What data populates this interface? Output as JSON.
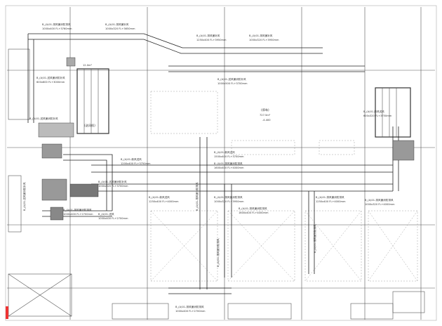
{
  "labels": {
    "top_1": "B_(A)01-排风兼消防排风",
    "top_1_dim": "1000x400 FL+3760mm",
    "top_2": "B_(A)01-排风兼补风",
    "top_2_dim": "1000x320 FL+3650mm",
    "top_3": "B_(A)01-排风兼补风",
    "top_3_dim": "1250x400 FL+3950mm",
    "top_4": "B_(A)01-排风兼补风",
    "top_4_dim": "1000x320 FL+3950mm",
    "mid_1": "B_(A)01-送风兼消防补风",
    "mid_1_dim": "1000x500 FL+3700mm",
    "left_1": "B_(A)01-送风兼消防补风",
    "left_1_dim": "600x600 FL+3000mm",
    "left_2": "B_(A)01-送风兼消防补风",
    "room_area": "12.0m²",
    "room_tag": "(送风机)",
    "center_room": "(停车)",
    "center_area": "727.5m²",
    "center_h": "-4.400",
    "duct_a": "B_(A)01-新风送风",
    "duct_a_dim": "1200x400 FL+3750mm",
    "duct_b": "B_(A)01-新风送风",
    "duct_b_dim": "1500x400 FL+3700mm",
    "duct_c": "B_(A)01-排风兼消防排风",
    "duct_c_dim": "1600x400 FL+4000mm",
    "duct_d": "B_(A)01-排风兼消防排风",
    "duct_d_dim": "1000x320 FL+3950mm",
    "duct_e": "B_(A)01-新风送风",
    "duct_e_dim": "1250x400 FL+4000mm",
    "duct_f": "B_(A)01-排风兼消防排风",
    "duct_f_dim": "1600x400 FL+4000mm",
    "duct_g": "B_(A)01-排风兼消防排风",
    "duct_g_dim": "1250x400 FL+4000mm",
    "duct_h": "B_(A)01-排风兼消防排风",
    "duct_h_dim": "1000x320 FL+4000mm",
    "duct_i": "B_(A)01-送风兼消防补风",
    "duct_i_dim": "1000x320 FL+3700mm",
    "duct_j": "B_(A)01-排风兼消防排风",
    "duct_j_dim": "1000x400 FL+2700mm",
    "duct_k": "B_(A)01-送风",
    "duct_k_dim": "1000x400 FL+2700mm",
    "right_1": "B_(A)01-新风送风",
    "right_1_dim": "600x320 FL+3750mm",
    "vert_1": "B_(A)01-排风兼消防排风",
    "vert_2": "B_(A)01-排风兼消防排风",
    "vert_3": "B_(A)01-排风兼消防排风",
    "bottom_1": "B_(A)01-排风兼消防排风",
    "bottom_1_dim": "1000x400 FL+2700mm",
    "left_side": "B_(A)01-送风兼消防补风"
  }
}
